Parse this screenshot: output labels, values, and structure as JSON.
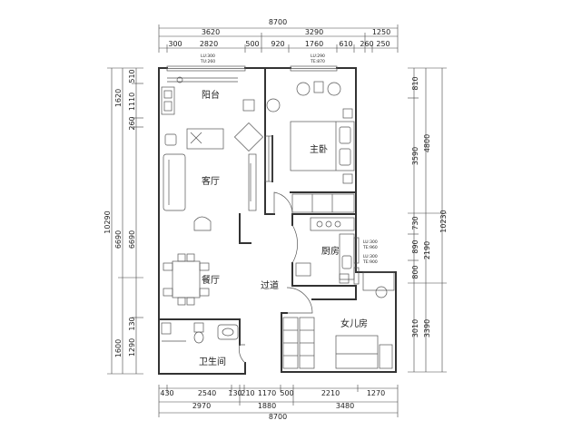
{
  "top_dims": {
    "total": "8700",
    "mid": [
      "3620",
      "3290",
      "1250"
    ],
    "inner": [
      "300",
      "2820",
      "500",
      "920",
      "1760",
      "610",
      "260",
      "250"
    ]
  },
  "bottom_dims": {
    "total": "8700",
    "mid": [
      "2970",
      "1880",
      "3480"
    ],
    "inner": [
      "430",
      "2540",
      "130",
      "210",
      "1170",
      "500",
      "2210",
      "1270"
    ]
  },
  "left_dims": {
    "total": "10290",
    "mid": [
      "6690",
      "1600"
    ],
    "outer_mid": [
      "6690",
      "1290"
    ],
    "inner": [
      "1620",
      "510",
      "1110",
      "260",
      "130"
    ]
  },
  "right_dims": {
    "total": "10230",
    "mid": [
      "4800",
      "2190",
      "3390"
    ],
    "inner": [
      "810",
      "3590",
      "730",
      "890",
      "800",
      "3010"
    ]
  },
  "rooms": {
    "balcony": "阳台",
    "living": "客厅",
    "master": "主卧",
    "kitchen": "厨房",
    "dining": "餐厅",
    "hallway": "过道",
    "kids": "女儿房",
    "bathroom": "卫生间"
  },
  "window_labels": {
    "balcony": [
      "LU:300",
      "TU:260"
    ],
    "master": [
      "LU:290",
      "TE:870"
    ],
    "kitchen_a": [
      "LU:300",
      "TE:960"
    ],
    "kitchen_b": [
      "LU:300",
      "TE:900"
    ]
  }
}
